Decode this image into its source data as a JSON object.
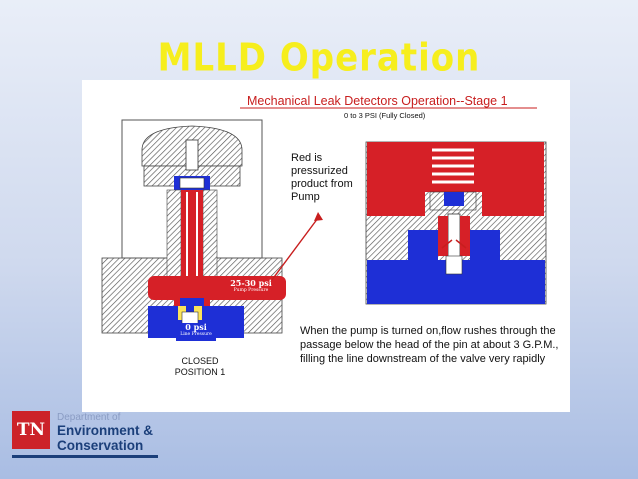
{
  "slide": {
    "title": "MLLD Operation"
  },
  "figure": {
    "title": "Mechanical Leak Detectors Operation--Stage 1",
    "subtitle": "0 to 3 PSI  (Fully Closed)",
    "red_note": "Red is\npressurized\nproduct from\nPump",
    "pump_pressure_value": "25-30 psi",
    "pump_pressure_label": "Pump Pressure",
    "line_pressure_value": "0 psi",
    "line_pressure_label": "Line Pressure",
    "closed_label": "CLOSED\nPOSITION 1",
    "description": "When the pump is turned on,flow rushes through the passage below the head of the pin at about 3 G.P.M., filling the line downstream of the valve very rapidly"
  },
  "logo": {
    "badge": "TN",
    "department": "Department of",
    "line1": "Environment &",
    "line2": "Conservation"
  },
  "colors": {
    "title": "#f6ee1d",
    "pressurized": "#d62027",
    "low_pressure": "#1e2fd6",
    "logo_red": "#cc2229",
    "logo_blue": "#1b3f7a"
  }
}
